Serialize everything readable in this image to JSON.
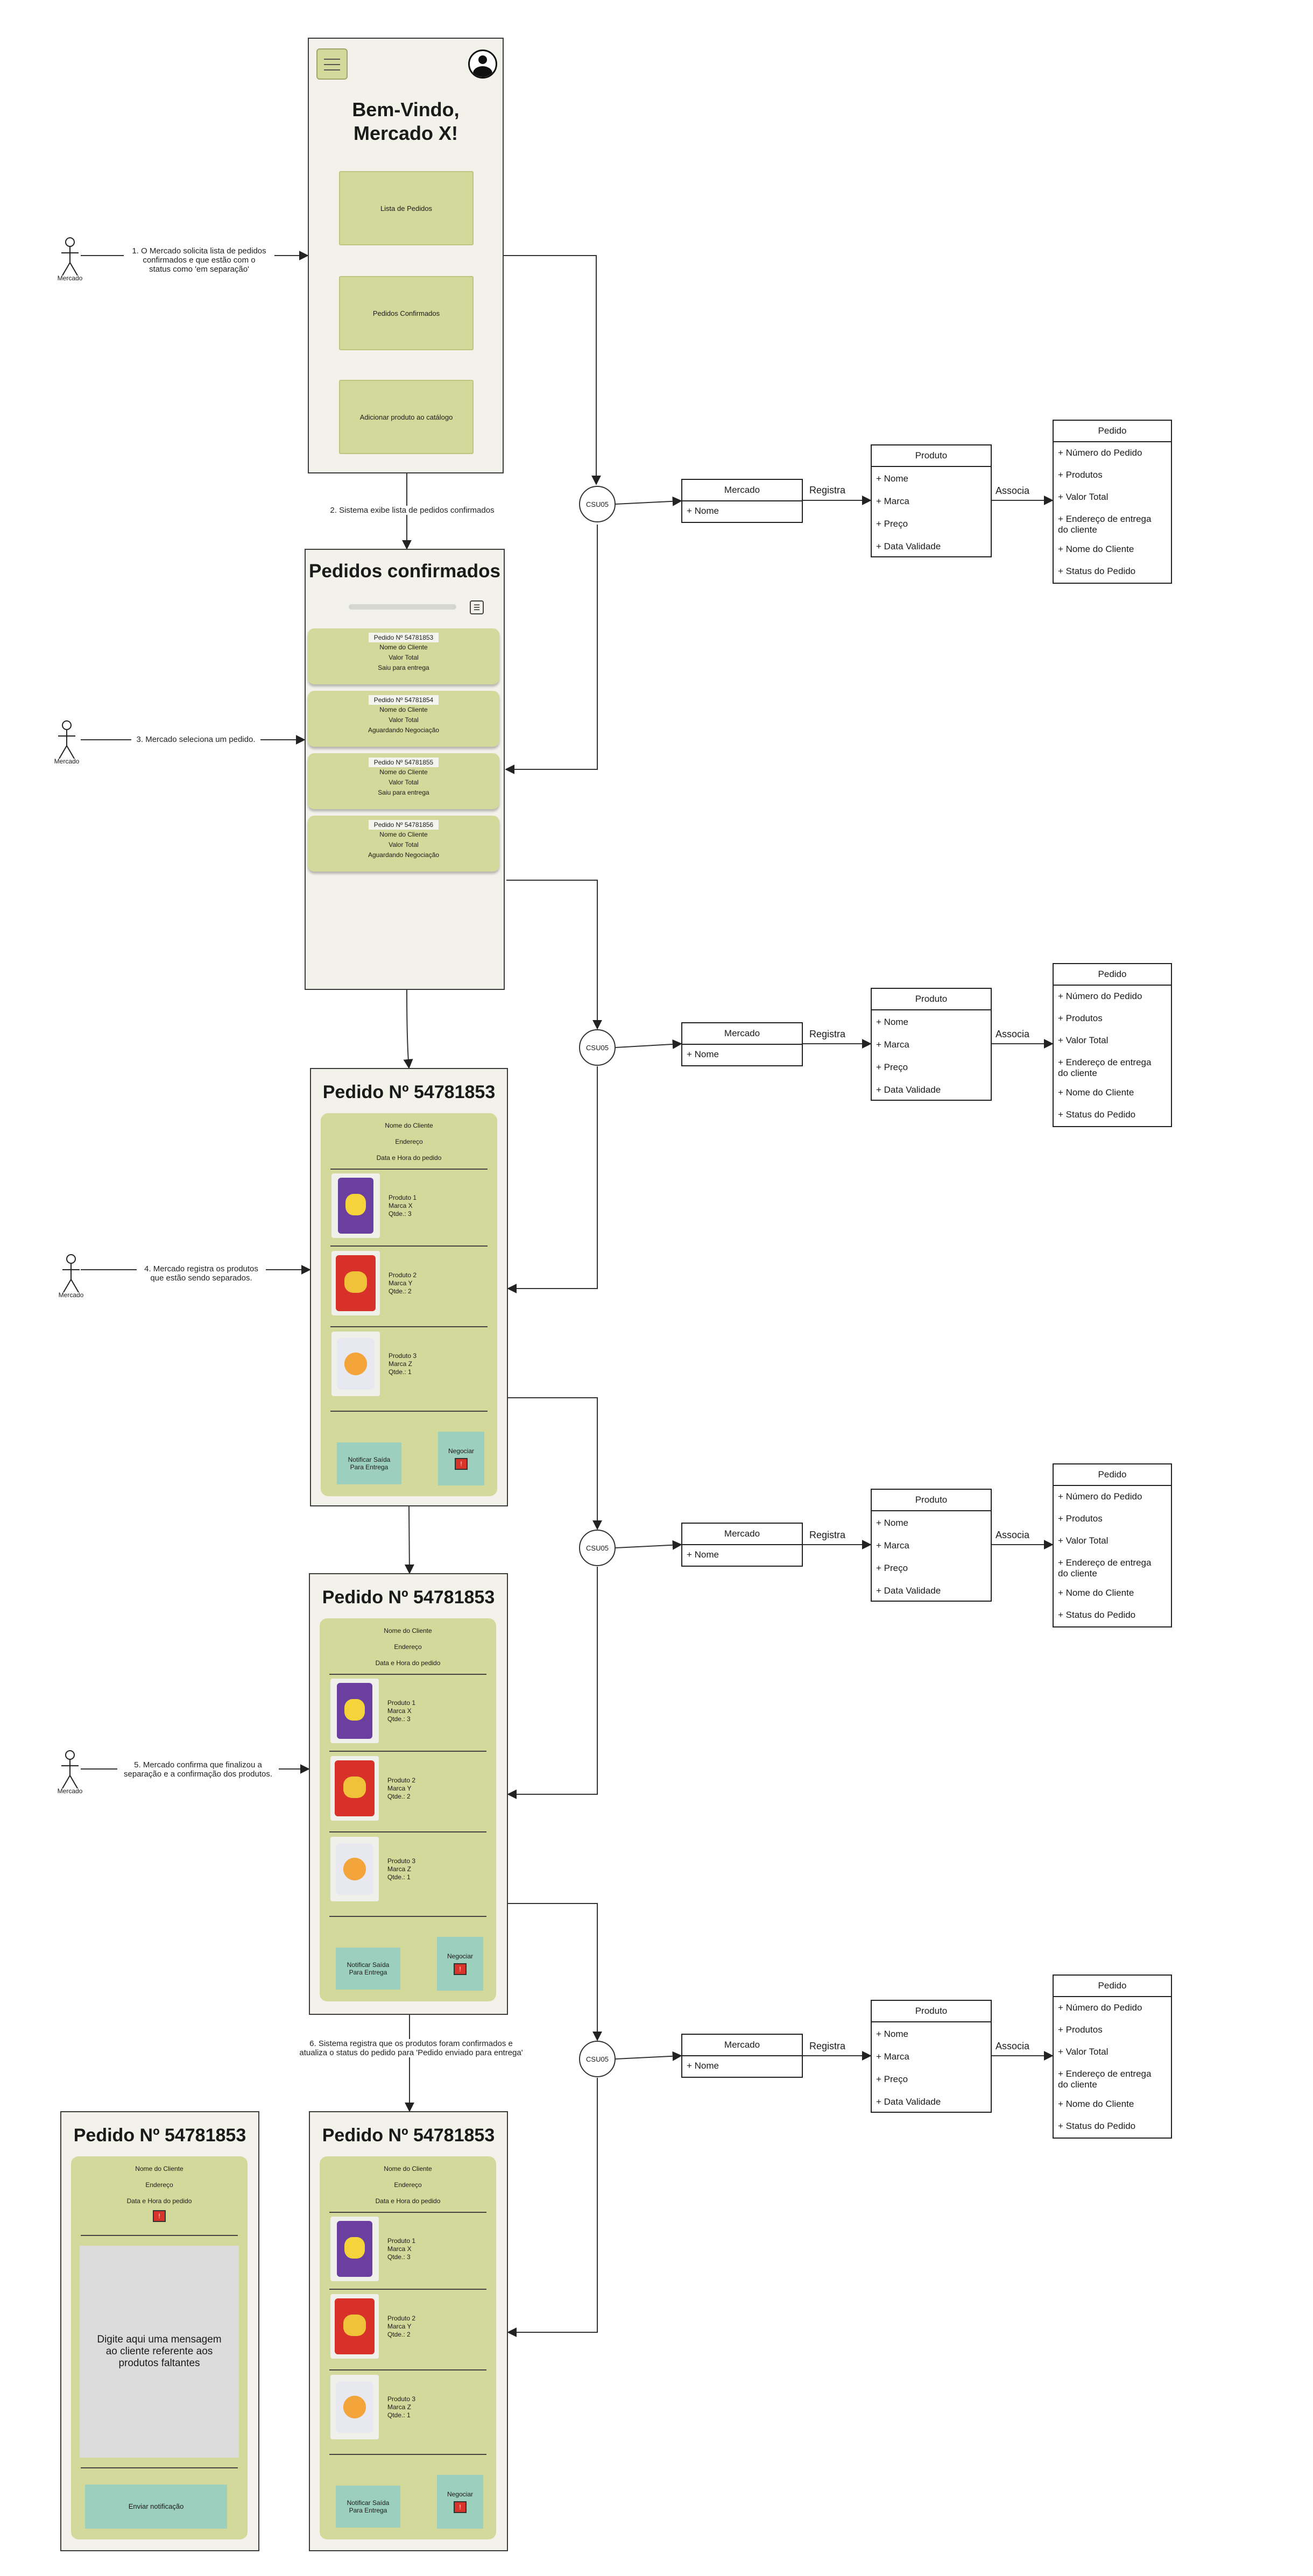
{
  "home": {
    "title_line1": "Bem-Vindo,",
    "title_line2": "Mercado X!",
    "buttons": [
      "Lista de Pedidos",
      "Pedidos Confirmados",
      "Adicionar produto ao catálogo"
    ]
  },
  "confirmed": {
    "title": "Pedidos confirmados",
    "orders": [
      {
        "number": "Pedido Nº 54781853",
        "client": "Nome do Cliente",
        "total": "Valor Total",
        "status": "Saiu para entrega"
      },
      {
        "number": "Pedido Nº 54781854",
        "client": "Nome do Cliente",
        "total": "Valor Total",
        "status": "Aguardando Negociação"
      },
      {
        "number": "Pedido Nº 54781855",
        "client": "Nome do Cliente",
        "total": "Valor Total",
        "status": "Saiu para entrega"
      },
      {
        "number": "Pedido Nº 54781856",
        "client": "Nome do Cliente",
        "total": "Valor Total",
        "status": "Aguardando Negociação"
      }
    ]
  },
  "order": {
    "title": "Pedido Nº 54781853",
    "client": "Nome do Cliente",
    "address": "Endereço",
    "datetime": "Data e Hora do pedido",
    "products": [
      {
        "name": "Produto 1",
        "brand": "Marca X",
        "qty": "Qtde.: 3"
      },
      {
        "name": "Produto 2",
        "brand": "Marca Y",
        "qty": "Qtde.: 2"
      },
      {
        "name": "Produto 3",
        "brand": "Marca Z",
        "qty": "Qtde.: 1"
      }
    ],
    "notify_line1": "Notificar Saída",
    "notify_line2": "Para Entrega",
    "negotiate": "Negociar",
    "warn_glyph": "!"
  },
  "notification": {
    "message_line1": "Digite aqui uma mensagem",
    "message_line2": "ao cliente referente aos",
    "message_line3": "produtos faltantes",
    "send": "Enviar notificação"
  },
  "actors": {
    "label": "Mercado"
  },
  "steps": {
    "s1_l1": "1. O Mercado solicita lista de pedidos",
    "s1_l2": "confirmados e que estão com o",
    "s1_l3": "status como 'em separação'",
    "s2": "2. Sistema exibe lista de pedidos confirmados",
    "s3": "3. Mercado seleciona um pedido.",
    "s4_l1": "4. Mercado registra os produtos",
    "s4_l2": "que estão sendo separados.",
    "s5_l1": "5. Mercado confirma que finalizou a",
    "s5_l2": "separação e a confirmação dos produtos.",
    "s6_l1": "6. Sistema registra que os produtos foram confirmados e",
    "s6_l2": "atualiza o status do pedido para 'Pedido enviado para entrega'"
  },
  "uml": {
    "circle": "CSU05",
    "mercado": {
      "title": "Mercado",
      "attrs": [
        "+ Nome"
      ]
    },
    "produto": {
      "title": "Produto",
      "attrs": [
        "+ Nome",
        "+ Marca",
        "+ Preço",
        "+ Data Validade"
      ]
    },
    "pedido": {
      "title": "Pedido",
      "attrs": [
        "+ Número do Pedido",
        "+ Produtos",
        "+ Valor Total",
        "+ Endereço de entrega",
        "do cliente",
        "+ Nome do Cliente",
        "+ Status do Pedido"
      ]
    },
    "registra": "Registra",
    "associa": "Associa"
  }
}
